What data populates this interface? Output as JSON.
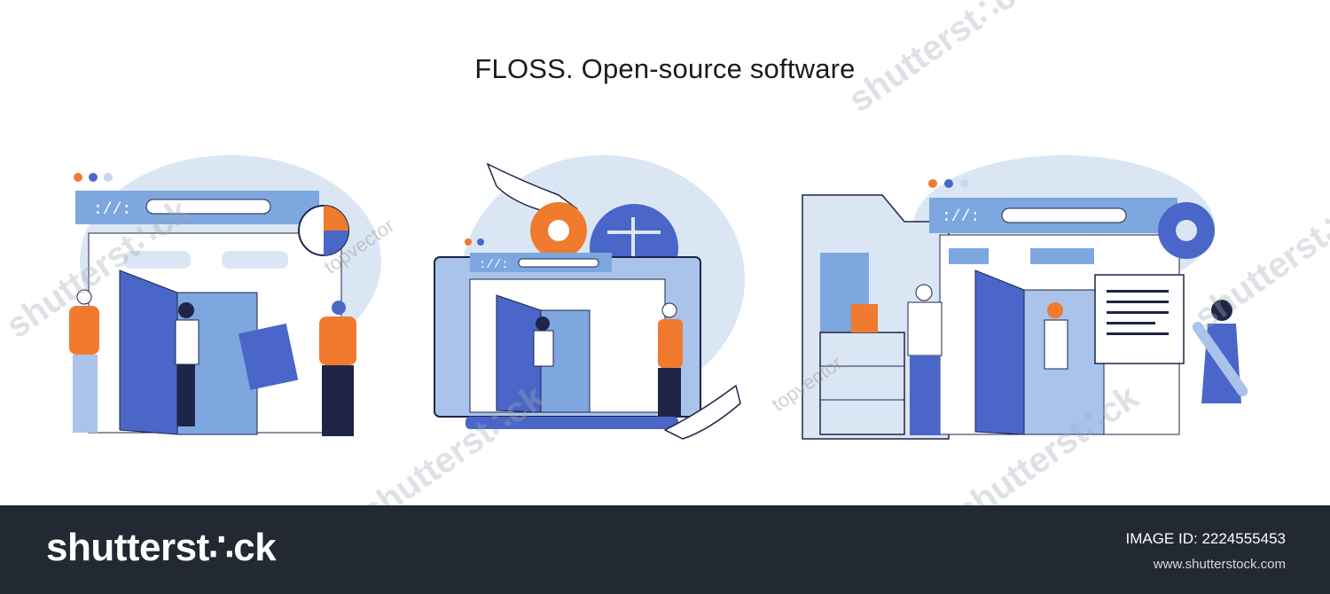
{
  "page": {
    "title": "FLOSS. Open-source software"
  },
  "watermark": {
    "repeat_text": "shutterst∴ck",
    "credit_text": "topvector"
  },
  "footer": {
    "logo_text": "shutterst∴ck",
    "image_id": "IMAGE ID: 2224555453",
    "site_url": "www.shutterstock.com"
  },
  "illustrations": [
    {
      "name": "browser-door-scene",
      "code_label": "://:"
    },
    {
      "name": "laptop-gear-scene",
      "code_label": "://:"
    },
    {
      "name": "folder-docs-scene",
      "code_label": "://:"
    }
  ],
  "colors": {
    "accent_orange": "#f07a2e",
    "accent_blue": "#4a66c8",
    "light_blue": "#dbe6f5",
    "mid_blue": "#7ea7e0",
    "dark_navy": "#1f2547",
    "footer_bg": "#222933"
  }
}
